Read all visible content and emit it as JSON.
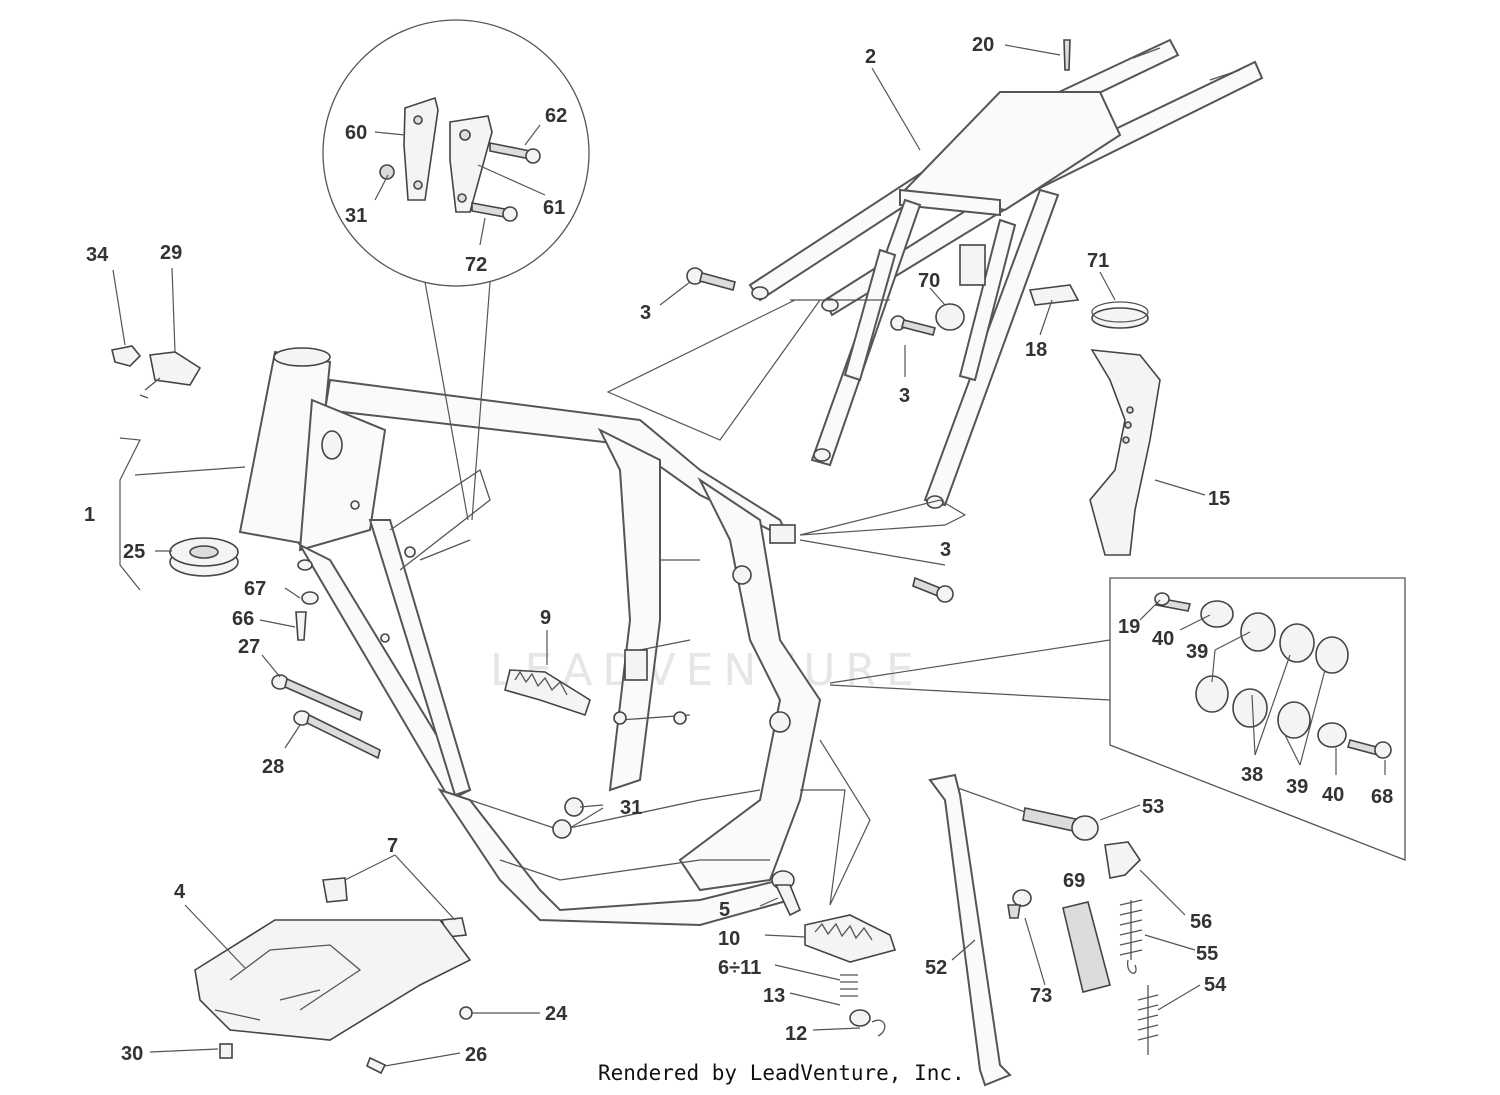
{
  "watermark": "LEADVENTURE",
  "credit": "Rendered by LeadVenture, Inc.",
  "callouts": {
    "c1": "1",
    "c2": "2",
    "c3a": "3",
    "c3b": "3",
    "c3c": "3",
    "c4": "4",
    "c5": "5",
    "c6_11": "6÷11",
    "c7": "7",
    "c9": "9",
    "c10": "10",
    "c12": "12",
    "c13": "13",
    "c15": "15",
    "c18": "18",
    "c19": "19",
    "c20": "20",
    "c24": "24",
    "c25": "25",
    "c26": "26",
    "c27": "27",
    "c28": "28",
    "c29": "29",
    "c30": "30",
    "c31a": "31",
    "c31b": "31",
    "c34": "34",
    "c38": "38",
    "c39a": "39",
    "c39b": "39",
    "c40a": "40",
    "c40b": "40",
    "c52": "52",
    "c53": "53",
    "c54": "54",
    "c55": "55",
    "c56": "56",
    "c60": "60",
    "c61": "61",
    "c62": "62",
    "c66": "66",
    "c67": "67",
    "c68": "68",
    "c69": "69",
    "c70": "70",
    "c71": "71",
    "c72": "72",
    "c73": "73"
  }
}
